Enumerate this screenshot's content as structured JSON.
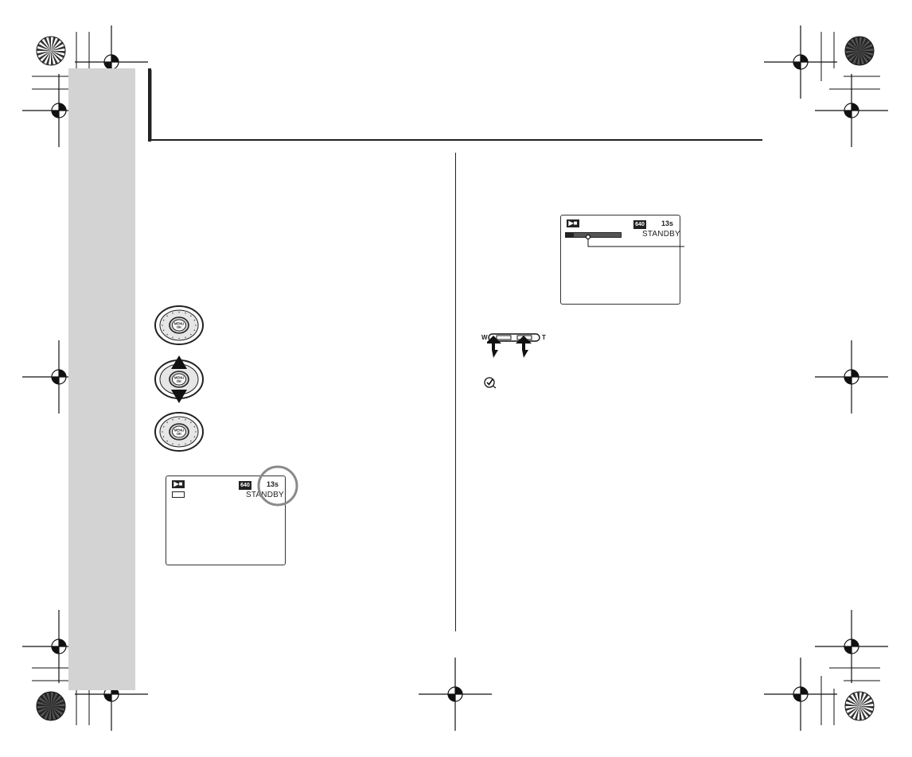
{
  "screen_left": {
    "size_badge": "640",
    "time": "13s",
    "status": "STANDBY"
  },
  "screen_right": {
    "size_badge": "640",
    "time": "13s",
    "status": "STANDBY"
  },
  "zoom_switch": {
    "wide_label": "W",
    "tele_label": "T"
  },
  "dial_button_label": "MENU/OK",
  "icons": {
    "mode_icon": "movie-mode-icon",
    "tip_icon": "check-memo-icon"
  }
}
